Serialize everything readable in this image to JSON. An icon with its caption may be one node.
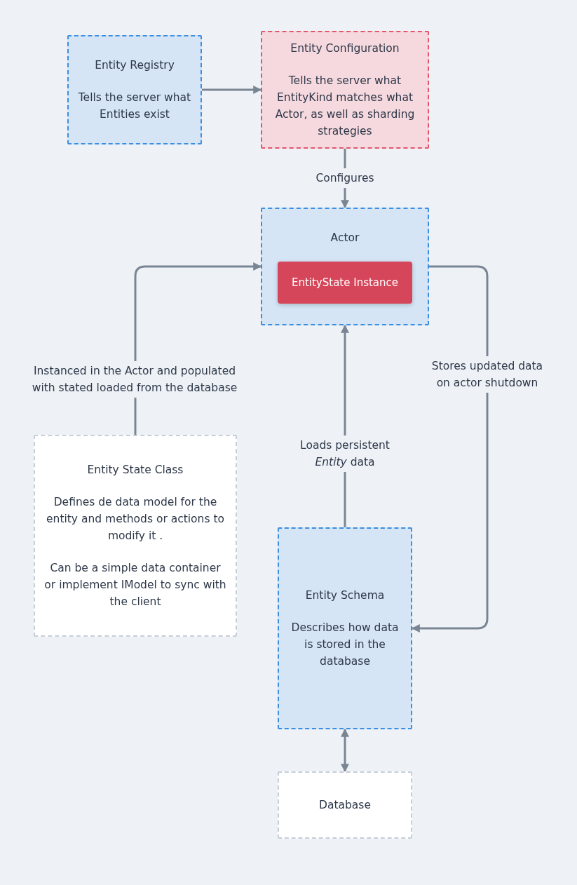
{
  "diagram": {
    "nodes": [
      {
        "text": [
          "Entity Registry",
          "Tells the server what Entities exist"
        ]
      },
      {
        "text": [
          "Entity Configuration",
          "Tells the server what EntityKind matches what Actor, as well as sharding strategies"
        ]
      },
      {
        "text": [
          "Actor"
        ]
      },
      {
        "text": [
          "EntityState Instance"
        ],
        "in": 2
      },
      {
        "text": [
          "Entity State Class",
          "Defines de data model for the entity and methods or actions to modify it .",
          "Can be a simple data container or implement IModel to sync with the client"
        ]
      },
      {
        "text": [
          "Entity Schema",
          "Describes how data is stored in the database"
        ]
      },
      {
        "text": [
          "Database"
        ]
      }
    ],
    "edges": [
      {
        "from": 0,
        "to": 1,
        "arrow": "to"
      },
      {
        "from": 1,
        "to": 2,
        "arrow": "to",
        "label": "Configures"
      },
      {
        "from": 4,
        "to": 2,
        "arrow": "to",
        "label": "Instanced in the Actor and populated with stated loaded from the database"
      },
      {
        "from": 5,
        "to": 2,
        "arrow": "to",
        "label": "Loads persistent *Entity* data"
      },
      {
        "from": 2,
        "to": 5,
        "arrow": "to",
        "label": "Stores updated data on actor shutdown"
      },
      {
        "from": 5,
        "to": 6,
        "arrow": "both"
      }
    ]
  }
}
